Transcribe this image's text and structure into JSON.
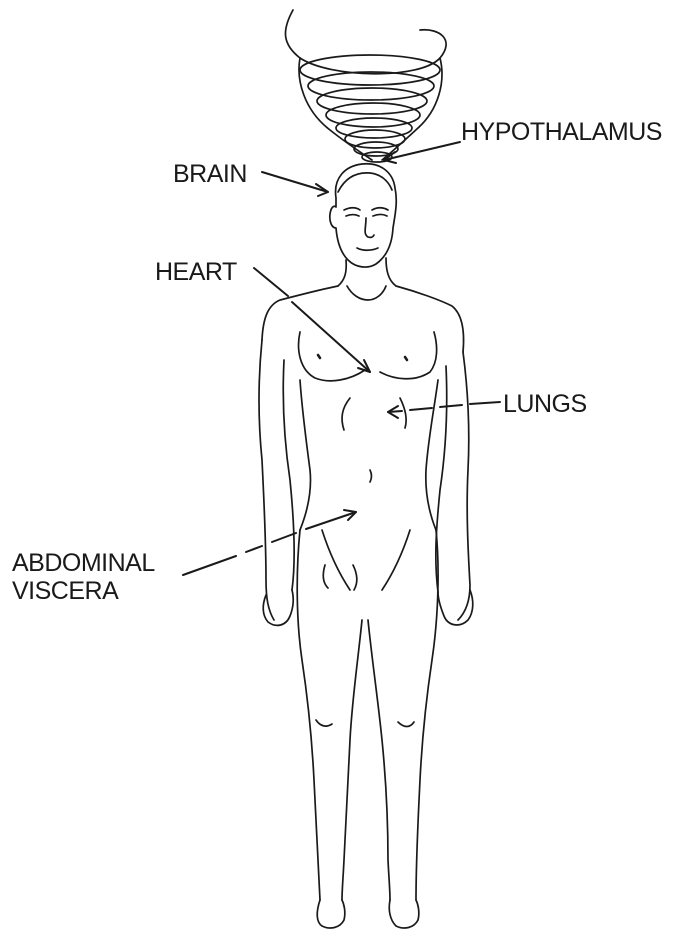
{
  "labels": {
    "hypothalamus": "HYPOTHALAMUS",
    "brain": "BRAIN",
    "heart": "HEART",
    "lungs": "LUNGS",
    "abdominal_line1": "ABDOMINAL",
    "abdominal_line2": "VISCERA"
  },
  "colors": {
    "ink": "#1a1a1a",
    "background": "#ffffff"
  }
}
